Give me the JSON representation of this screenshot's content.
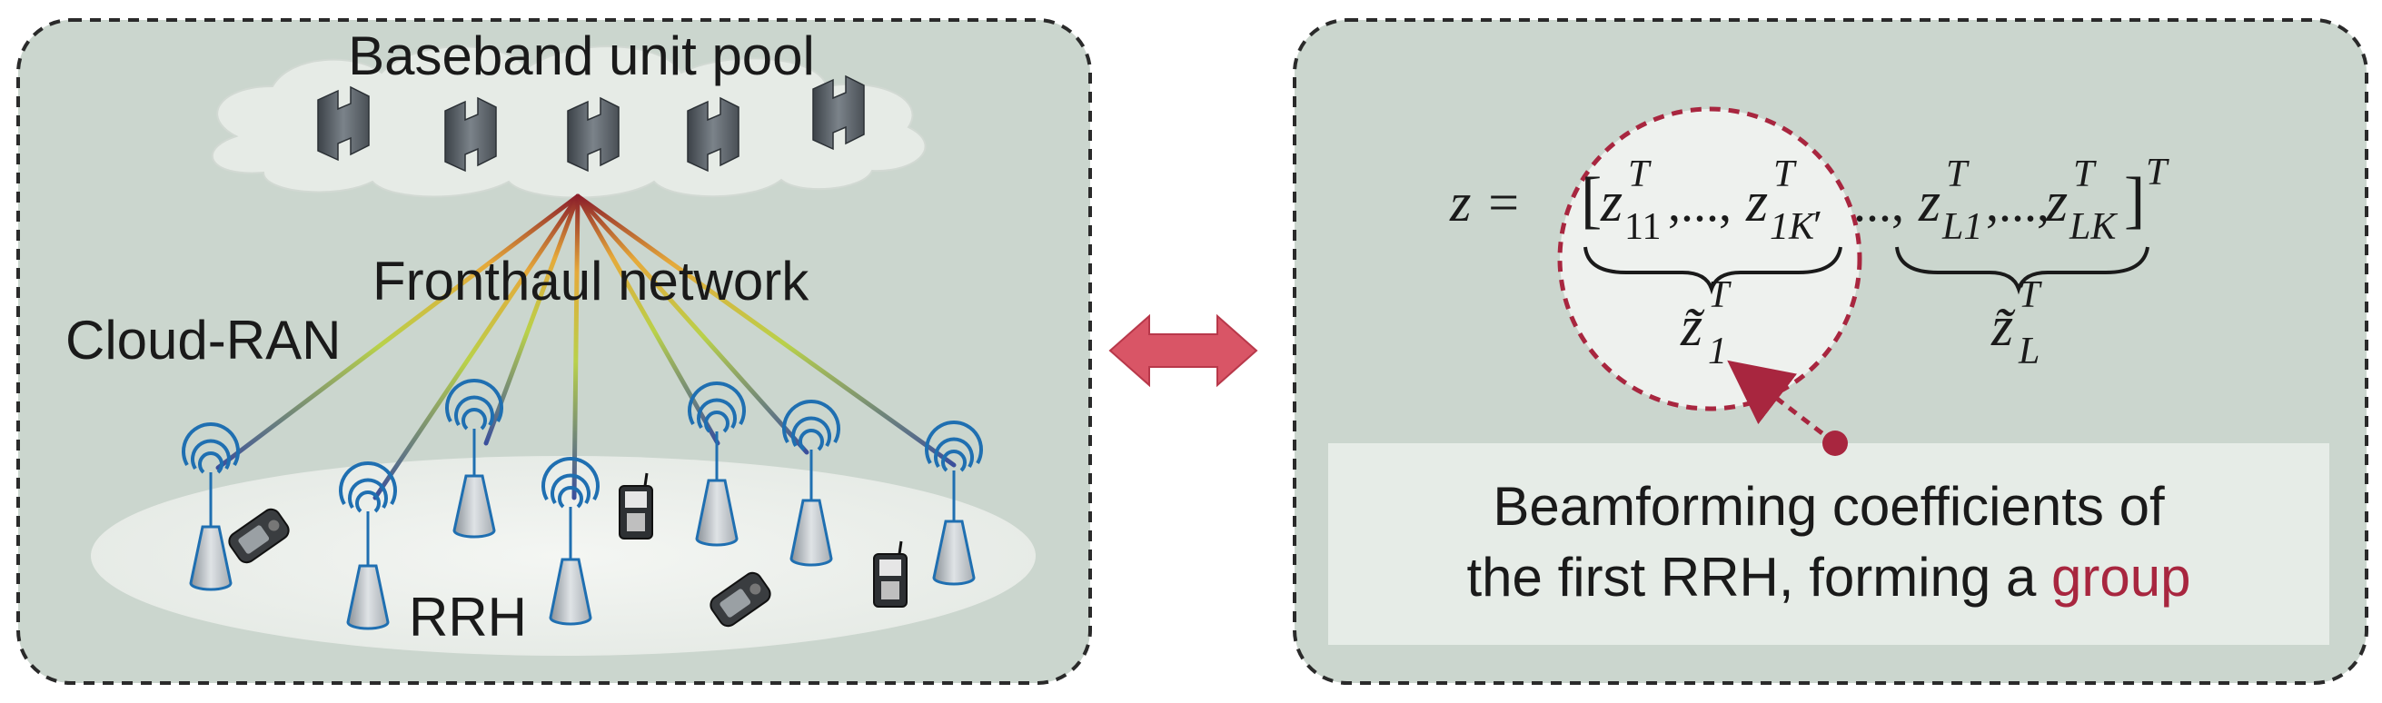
{
  "left_panel": {
    "pool_label": "Baseband unit pool",
    "fronthaul_label": "Fronthaul network",
    "cloud_ran_label": "Cloud-RAN",
    "rrh_label": "RRH"
  },
  "right_panel": {
    "equation": {
      "lhs": "z =",
      "open_bracket": "[",
      "z": "z",
      "sup_t": "T",
      "sub_11": "11",
      "sub_1k": "1K",
      "sub_l1": "L1",
      "sub_lk": "LK",
      "sep1": ",...,",
      "prime": "′",
      "mid": "..., ",
      "close_bracket": "]",
      "sup_outer": "T",
      "tilde_z": "z̃",
      "sub_1": "1",
      "sub_l": "L"
    },
    "caption": {
      "line1": "Beamforming coefficients of",
      "line2_prefix": "the first RRH, forming a ",
      "line2_highlight": "group"
    }
  },
  "colors": {
    "panel_fill": "#cbd6ce",
    "panel_border": "#2a2a2a",
    "accent_red": "#a8263f",
    "arrow_red": "#d95566",
    "antenna_blue": "#1f6fb1",
    "caption_box": "#e6ece7"
  }
}
